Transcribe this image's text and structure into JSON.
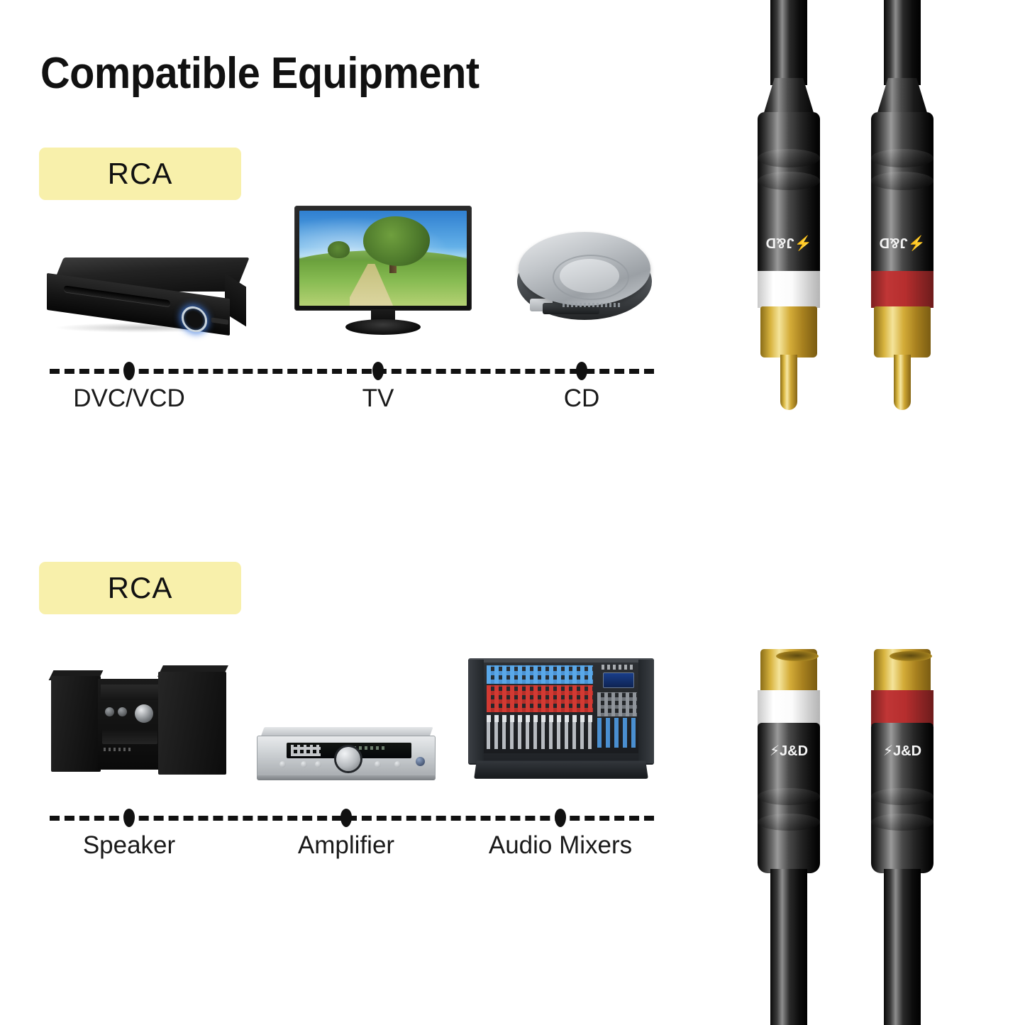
{
  "header": {
    "title": "Compatible Equipment"
  },
  "sections": [
    {
      "badge_label": "RCA",
      "connector_type": "male-rca-plug",
      "devices": [
        {
          "name": "dvd-player",
          "label": "DVC/VCD"
        },
        {
          "name": "television",
          "label": "TV"
        },
        {
          "name": "cd-player",
          "label": "CD"
        }
      ],
      "timeline_labels": [
        "DVC/VCD",
        "TV",
        "CD"
      ]
    },
    {
      "badge_label": "RCA",
      "connector_type": "female-rca-jack",
      "devices": [
        {
          "name": "stereo-speaker-system",
          "label": "Speaker"
        },
        {
          "name": "amplifier",
          "label": "Amplifier"
        },
        {
          "name": "audio-mixer",
          "label": "Audio Mixers"
        }
      ],
      "timeline_labels": [
        "Speaker",
        "Amplifier",
        "Audio Mixers"
      ]
    }
  ],
  "connectors": {
    "brand_logo": "⚡J&D",
    "channels": [
      {
        "ring": "white",
        "ring_color": "#ffffff",
        "name": "left-channel"
      },
      {
        "ring": "red",
        "ring_color": "#b22b2b",
        "name": "right-channel"
      }
    ]
  },
  "colors": {
    "badge_background": "#f8f0ab",
    "text": "#111111",
    "white_ring": "#ffffff",
    "red_ring": "#b22b2b",
    "gold": "#d4ac38",
    "cable_black": "#0a0a0a",
    "background": "#ffffff"
  }
}
